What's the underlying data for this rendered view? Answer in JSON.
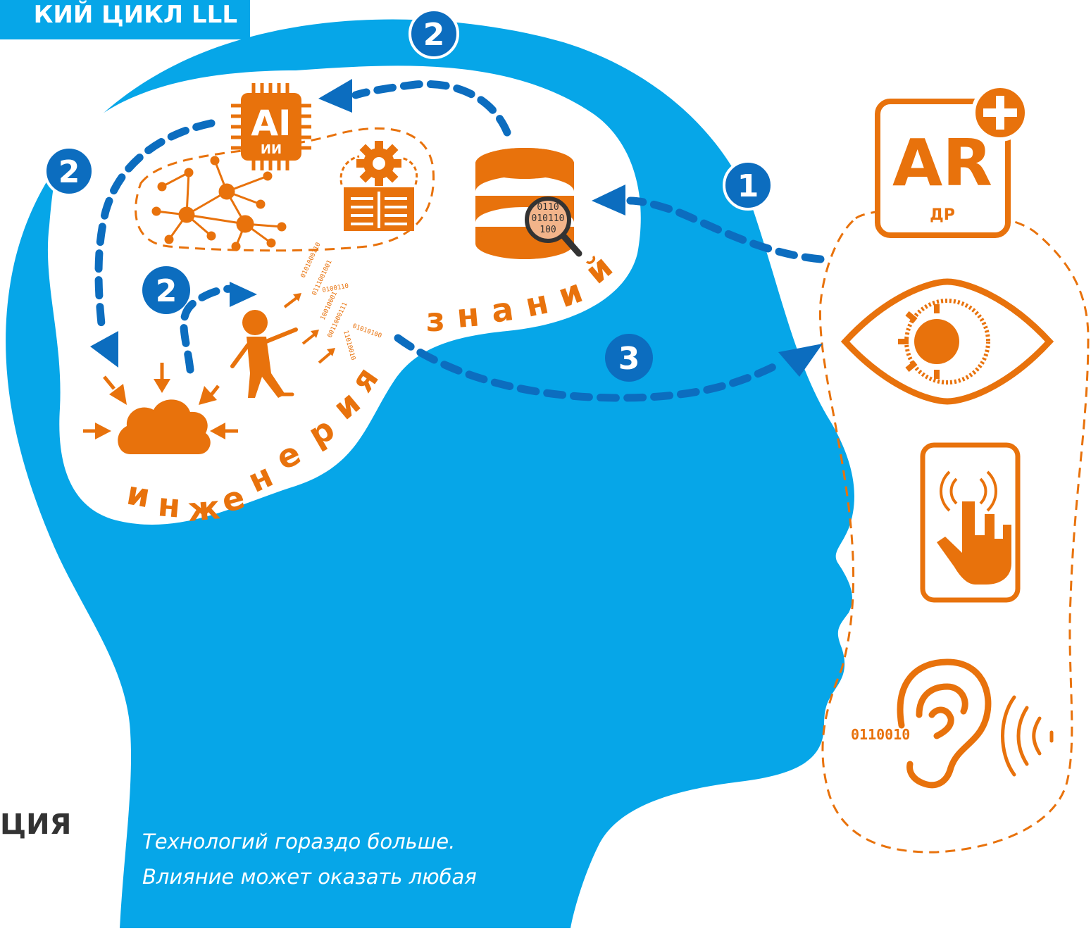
{
  "title": "КИЙ ЦИКЛ LLL",
  "left_word": "ЦИЯ",
  "caption": {
    "line1": "Технологий гораздо больше.",
    "line2": "Влияние может оказать любая"
  },
  "knowledge_engineering_letters": [
    "и",
    "н",
    "ж",
    "е",
    "н",
    "е",
    "р",
    "и",
    "я",
    "з",
    "н",
    "а",
    "н",
    "и",
    "й"
  ],
  "steps": {
    "one": "1",
    "two": "2",
    "three": "3"
  },
  "icons": {
    "ai_chip": {
      "name": "ai-chip-icon",
      "label_main": "AI",
      "label_sub": "ИИ"
    },
    "ar": {
      "name": "ar-icon",
      "label_main": "AR",
      "label_sub": "ДР"
    },
    "database_binary": {
      "line1": "0110",
      "line2": "010110",
      "line3": "100"
    },
    "ear_binary": "0110010"
  },
  "colors": {
    "head_blue": "#06a6e8",
    "orange": "#e8720c",
    "dark_blue": "#0c6dbf",
    "white": "#ffffff"
  }
}
